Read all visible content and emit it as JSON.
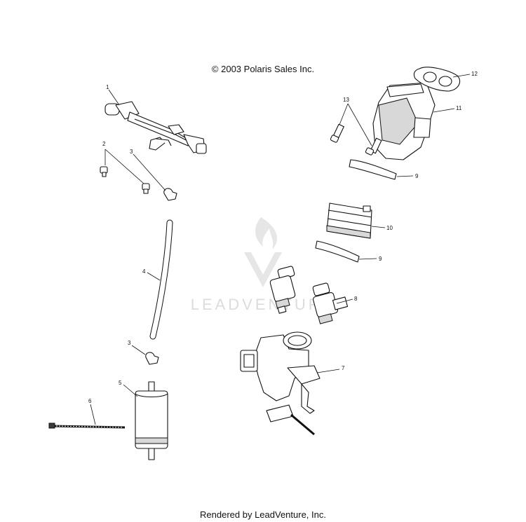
{
  "copyright": "© 2003 Polaris Sales Inc.",
  "footer": "Rendered by LeadVenture, Inc.",
  "watermark": {
    "text": "LEADVENTURE",
    "color": "#dcdcdc"
  },
  "callouts": {
    "c1": "1",
    "c2": "2",
    "c3a": "3",
    "c3b": "3",
    "c4": "4",
    "c5": "5",
    "c6": "6",
    "c7": "7",
    "c8": "8",
    "c9a": "9",
    "c9b": "9",
    "c10": "10",
    "c11": "11",
    "c12": "12",
    "c13": "13"
  }
}
